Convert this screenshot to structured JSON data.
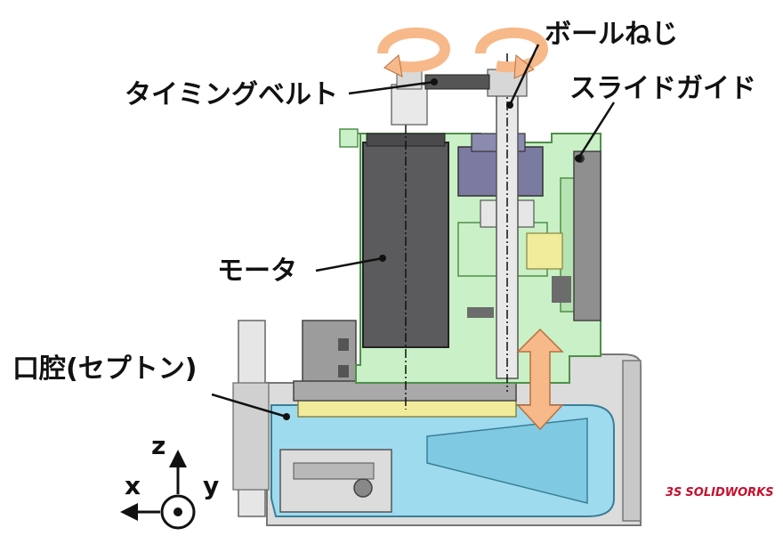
{
  "labels": {
    "ball_screw": "ボールねじ",
    "timing_belt": "タイミングベルト",
    "slide_guide": "スライドガイド",
    "motor": "モータ",
    "cavity": "口腔(セプトン)"
  },
  "axes": {
    "z": "z",
    "x": "x",
    "y": "y"
  },
  "brand": {
    "text": "SOLIDWORKS",
    "prefix": "3S"
  },
  "colors": {
    "frame_green": "#c9f0c6",
    "motor_gray": "#5b5b5d",
    "cavity_cyan": "#9fdbef",
    "septon_yellow": "#f1ec9c",
    "arrow_orange": "#f7b98a",
    "brand_red": "#c8102e"
  }
}
